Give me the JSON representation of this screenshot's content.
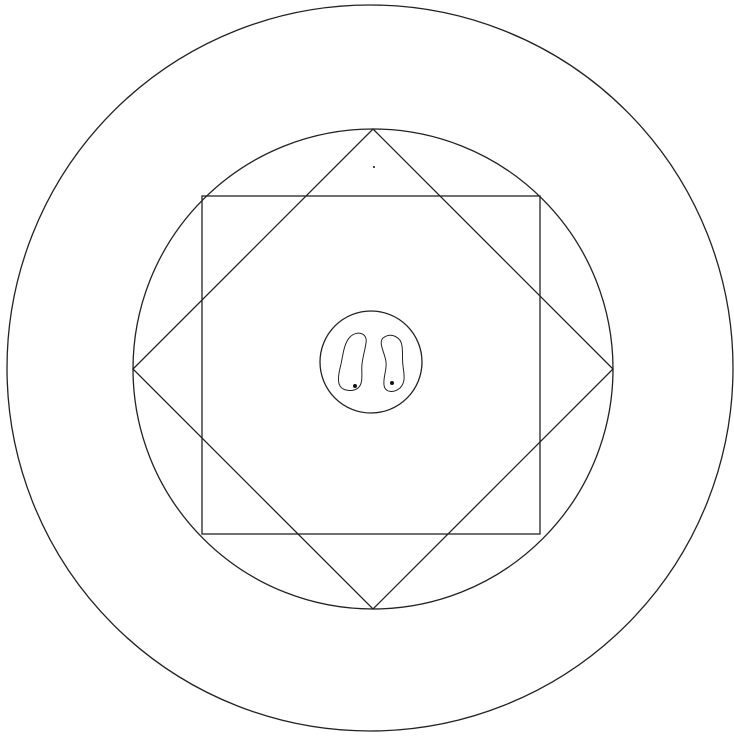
{
  "diagram": {
    "colors": {
      "background": "#ffffff",
      "line": "#222222",
      "dot": "#111111"
    },
    "elements": [
      "outer-circle",
      "middle-circle",
      "inner-square",
      "inner-diamond",
      "center-circle",
      "left-footprint",
      "right-footprint"
    ]
  }
}
